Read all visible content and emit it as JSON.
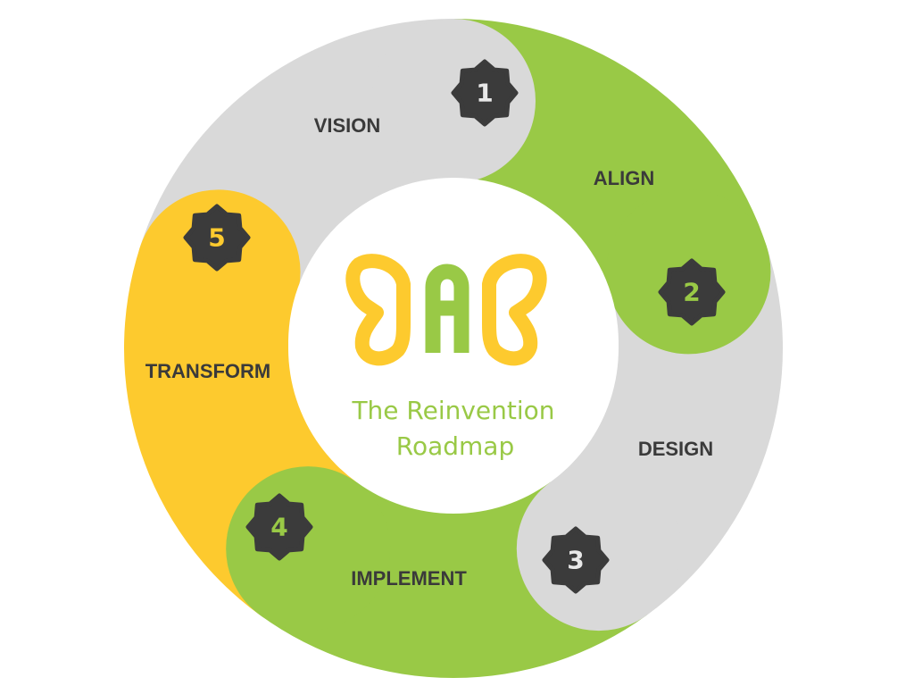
{
  "title_line1": "The Reinvention",
  "title_line2": "Roadmap",
  "logo_text": "DAB",
  "colors": {
    "gray": "#d9d9d9",
    "green": "#99c946",
    "yellow": "#fdca2e",
    "dark": "#3b3b3b",
    "white": "#ffffff"
  },
  "stages": [
    {
      "num": "1",
      "label": "VISION",
      "color": "#d9d9d9",
      "num_color": "#e8e8e8"
    },
    {
      "num": "2",
      "label": "ALIGN",
      "color": "#99c946",
      "num_color": "#99c946"
    },
    {
      "num": "3",
      "label": "DESIGN",
      "color": "#d9d9d9",
      "num_color": "#e8e8e8"
    },
    {
      "num": "4",
      "label": "IMPLEMENT",
      "color": "#99c946",
      "num_color": "#99c946"
    },
    {
      "num": "5",
      "label": "TRANSFORM",
      "color": "#fdca2e",
      "num_color": "#fdca2e"
    }
  ]
}
